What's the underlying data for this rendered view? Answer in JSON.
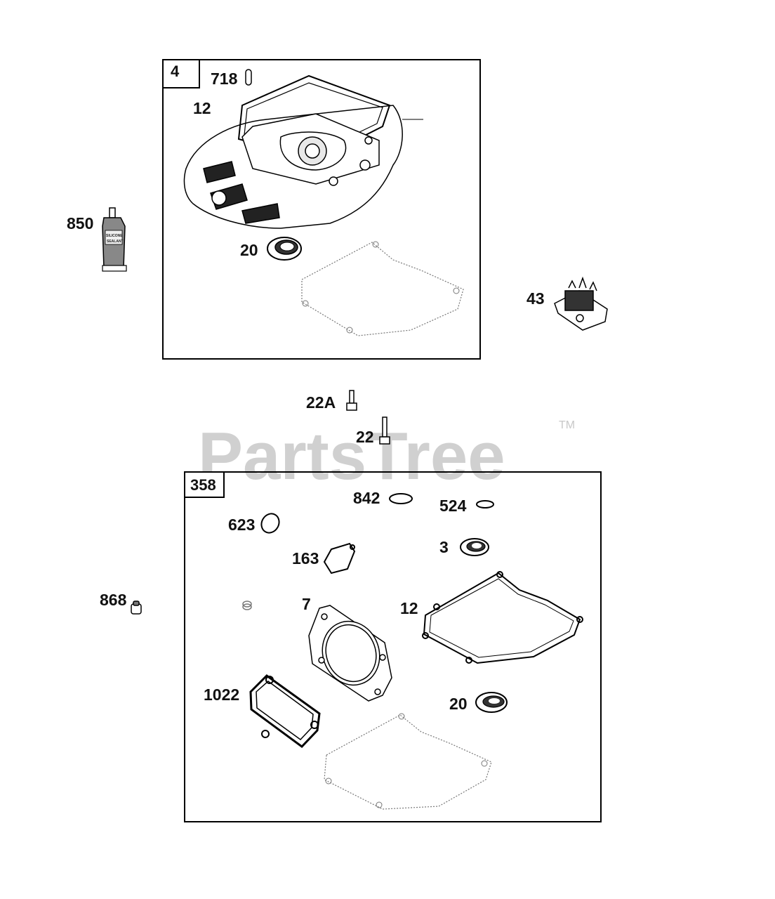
{
  "watermark": {
    "text": "PartsTree",
    "trademark": "TM"
  },
  "group_top": {
    "box_label": "4",
    "callouts": {
      "pin": "718",
      "sump_cover": "12",
      "oil_seal": "20"
    }
  },
  "group_bottom": {
    "box_label": "358",
    "callouts": {
      "o_ring_842": "842",
      "o_ring_524": "524",
      "o_ring_623": "623",
      "gasket_163": "163",
      "oil_seal_3": "3",
      "head_gasket": "7",
      "sump_gasket": "12",
      "valve_cover_gasket": "1022",
      "oil_seal_20": "20"
    }
  },
  "loose_parts": {
    "sealant": "850",
    "governor_gear": "43",
    "screw_22a": "22A",
    "screw_22": "22",
    "plug": "868"
  },
  "sealant_tube_text": [
    "SILICONE",
    "SEALANT"
  ]
}
